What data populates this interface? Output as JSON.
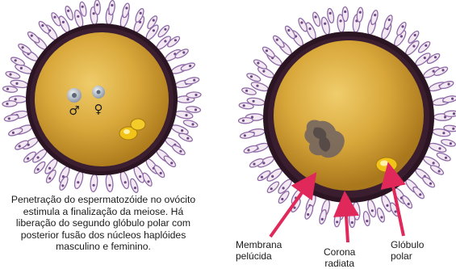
{
  "left_panel": {
    "caption_lines": [
      "Penetração do espermatozóide no ovócito",
      "estimula a finalização da meiose. Há",
      "liberação do segundo glóbulo polar com",
      "posterior fusão dos núcleos haplóides",
      "masculino e feminino."
    ],
    "symbols": {
      "male": "♂",
      "female": "♀"
    }
  },
  "right_panel": {
    "labels": {
      "membrana_pelucida": [
        "Membrana",
        "pelúcida"
      ],
      "corona_radiata": [
        "Corona",
        "radiata"
      ],
      "globulo_polar": [
        "Glóbulo",
        "polar"
      ]
    }
  },
  "colors": {
    "cytoplasm": "#d8a93a",
    "zona_pellucida": "#2b1522",
    "corona_cells": "#8e6aa6",
    "polar_body": "#f0c419",
    "arrow": "#e0285a"
  }
}
